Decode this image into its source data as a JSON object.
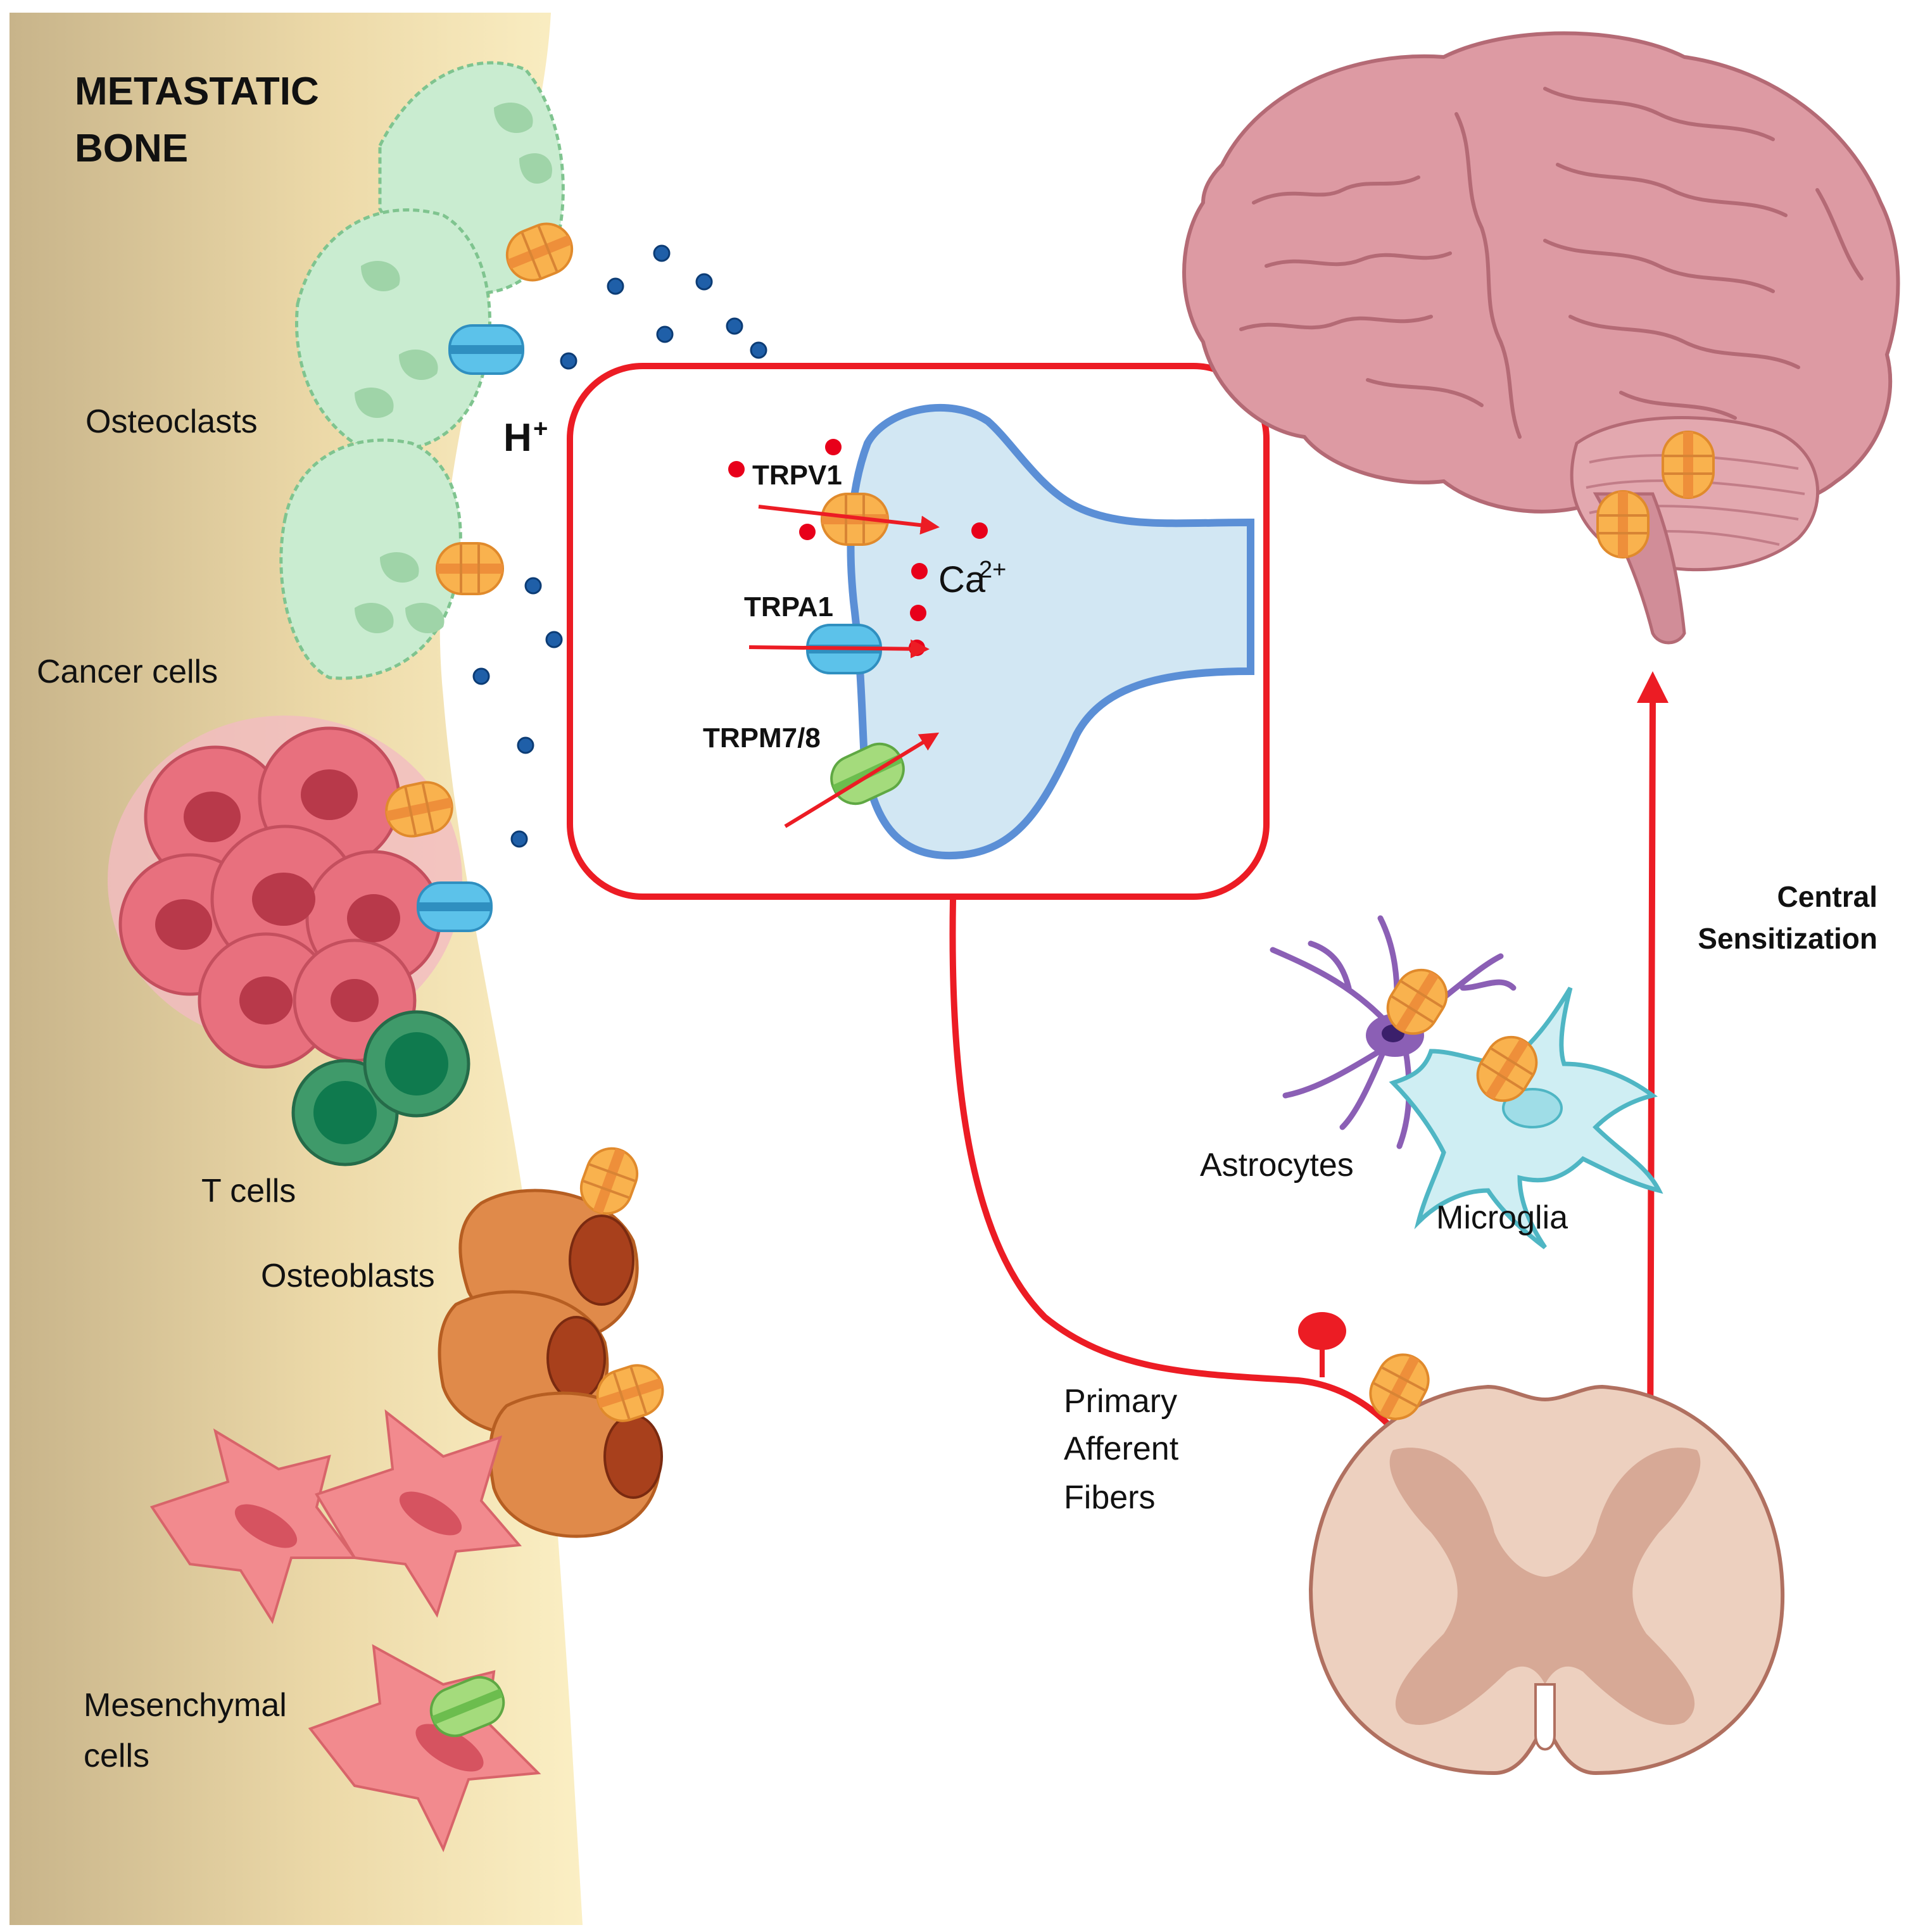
{
  "title": {
    "line1": "METASTATIC",
    "line2": "BONE"
  },
  "labels": {
    "osteoclasts": "Osteoclasts",
    "cancer_cells": "Cancer cells",
    "t_cells": "T cells",
    "osteoblasts": "Osteoblasts",
    "mesenchymal_line1": "Mesenchymal",
    "mesenchymal_line2": "cells",
    "proton": "H",
    "proton_sup": "+",
    "calcium": "Ca",
    "calcium_sup": "2+",
    "astrocytes": "Astrocytes",
    "microglia": "Microglia",
    "primary_line1": "Primary",
    "primary_line2": "Afferent",
    "primary_line3": "Fibers",
    "central_line1": "Central",
    "central_line2": "Sensitization"
  },
  "channels": {
    "trpv1": "TRPV1",
    "trpa1": "TRPA1",
    "trpm": "TRPM7/8"
  },
  "colors": {
    "bone_dark": "#c8b48a",
    "bone_light": "#fbefc4",
    "pathway_red": "#ec1c24",
    "proton_blue": "#1f5fa8",
    "trpv1_orange": "#f9b24e",
    "trpa1_blue": "#4fb6e3",
    "trpm_green": "#8fd06a",
    "neuron_fill": "#d2e7f3",
    "neuron_edge": "#5b8fd6",
    "brain_pink": "#d98f98",
    "spinal_tan": "#e8c8b5"
  }
}
